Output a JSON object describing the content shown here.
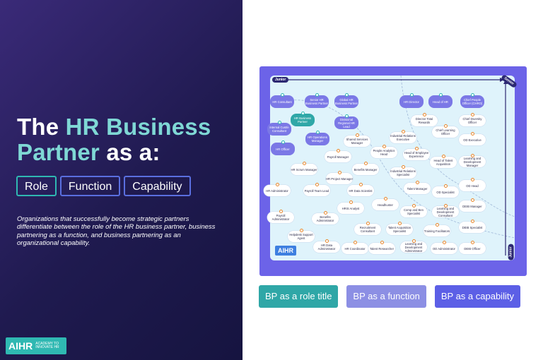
{
  "hero": {
    "title_line1_a": "The ",
    "title_line1_b": "HR Business",
    "title_line2_a": "Partner",
    "title_line2_b": " as a:",
    "pills": [
      "Role",
      "Function",
      "Capability"
    ],
    "description": "Organizations that successfully become strategic partners differentiate  between the role of the HR business partner, business partnering as a function, and business partnering as an organizational capability."
  },
  "logo": {
    "mark": "AIHR",
    "subtitle": "ACADEMY TO INNOVATE HR"
  },
  "map": {
    "axis_junior": "Junior",
    "axis_senior": "Senior",
    "logo_mark": "AIHR",
    "nodes": [
      {
        "label": "HR Consultant",
        "style": "purple"
      },
      {
        "label": "Senior HR Business Partner",
        "style": "purple"
      },
      {
        "label": "Global HR Business Partner",
        "style": "purple"
      },
      {
        "label": "HR Director",
        "style": "purple"
      },
      {
        "label": "Head of HR",
        "style": "purple"
      },
      {
        "label": "Chief People Officer (CHRO)",
        "style": "purple"
      },
      {
        "label": "HR Business Partner",
        "style": "teal"
      },
      {
        "label": "Divisional Regional HR Lead",
        "style": "purple"
      },
      {
        "label": "Internal Cust/e Consultant",
        "style": "purple"
      },
      {
        "label": "HR Operations Manager",
        "style": "purple"
      },
      {
        "label": "HR Officer",
        "style": "purple"
      },
      {
        "label": "Shared Services Manager",
        "style": "white"
      },
      {
        "label": "Industrial Relations Executive",
        "style": "white"
      },
      {
        "label": "Director Total Rewards",
        "style": "white"
      },
      {
        "label": "Chief Learning Officer",
        "style": "white"
      },
      {
        "label": "Chief Diversity Officer",
        "style": "white"
      },
      {
        "label": "OD Executive",
        "style": "white"
      },
      {
        "label": "Payroll Manager",
        "style": "white"
      },
      {
        "label": "People Analytics Head",
        "style": "white"
      },
      {
        "label": "Head of Employee Experience",
        "style": "white"
      },
      {
        "label": "Head of Talent Acquisition",
        "style": "white"
      },
      {
        "label": "Learning and Development Manager",
        "style": "white"
      },
      {
        "label": "HR Scrum Manager",
        "style": "white"
      },
      {
        "label": "Benefits Manager",
        "style": "white"
      },
      {
        "label": "Industrial Relations Specialist",
        "style": "white"
      },
      {
        "label": "HR Project Manager",
        "style": "white"
      },
      {
        "label": "Talent Manager",
        "style": "white"
      },
      {
        "label": "OD Specialist",
        "style": "white"
      },
      {
        "label": "OD Head",
        "style": "white"
      },
      {
        "label": "HR Administrator",
        "style": "white"
      },
      {
        "label": "Payroll Team Lead",
        "style": "white"
      },
      {
        "label": "HR Data Scientist",
        "style": "white"
      },
      {
        "label": "Headhunter",
        "style": "white"
      },
      {
        "label": "Comp and Ben Specialist",
        "style": "white"
      },
      {
        "label": "Learning and Development Consultant",
        "style": "white"
      },
      {
        "label": "DEIB Manager",
        "style": "white"
      },
      {
        "label": "HRIS Analyst",
        "style": "white"
      },
      {
        "label": "Payroll Administrator",
        "style": "white"
      },
      {
        "label": "Benefits Administrator",
        "style": "white"
      },
      {
        "label": "Recruitment Consultant",
        "style": "white"
      },
      {
        "label": "Talent Acquisition Specialist",
        "style": "white"
      },
      {
        "label": "Training Facilitators",
        "style": "white"
      },
      {
        "label": "DEIB Specialist",
        "style": "white"
      },
      {
        "label": "Helpdesk Support Agent",
        "style": "white"
      },
      {
        "label": "HR Data Administrator",
        "style": "white"
      },
      {
        "label": "HR Coordinator",
        "style": "white"
      },
      {
        "label": "Talent Researcher",
        "style": "white"
      },
      {
        "label": "Learning and Development Administrator",
        "style": "white"
      },
      {
        "label": "OD Administrator",
        "style": "white"
      },
      {
        "label": "DEIB Officer",
        "style": "white"
      }
    ]
  },
  "buttons": {
    "role": "BP as a role title",
    "function": "BP as a function",
    "capability": "BP as a capability"
  },
  "colors": {
    "teal": "#2fa7a7",
    "lavender": "#8c8fe4",
    "indigo": "#5c5fe6",
    "frame": "#6c63e8",
    "navy": "#1f1a4f"
  }
}
